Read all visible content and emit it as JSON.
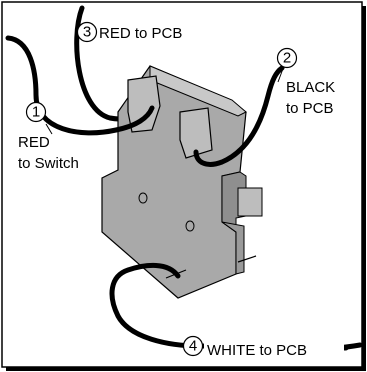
{
  "callouts": {
    "c1": {
      "number": "1",
      "lines": [
        "RED",
        "to Switch"
      ]
    },
    "c2": {
      "number": "2",
      "lines": [
        "BLACK",
        "to PCB"
      ]
    },
    "c3": {
      "number": "3",
      "text": "RED to PCB"
    },
    "c4": {
      "number": "4",
      "text": "WHITE to PCB"
    }
  }
}
